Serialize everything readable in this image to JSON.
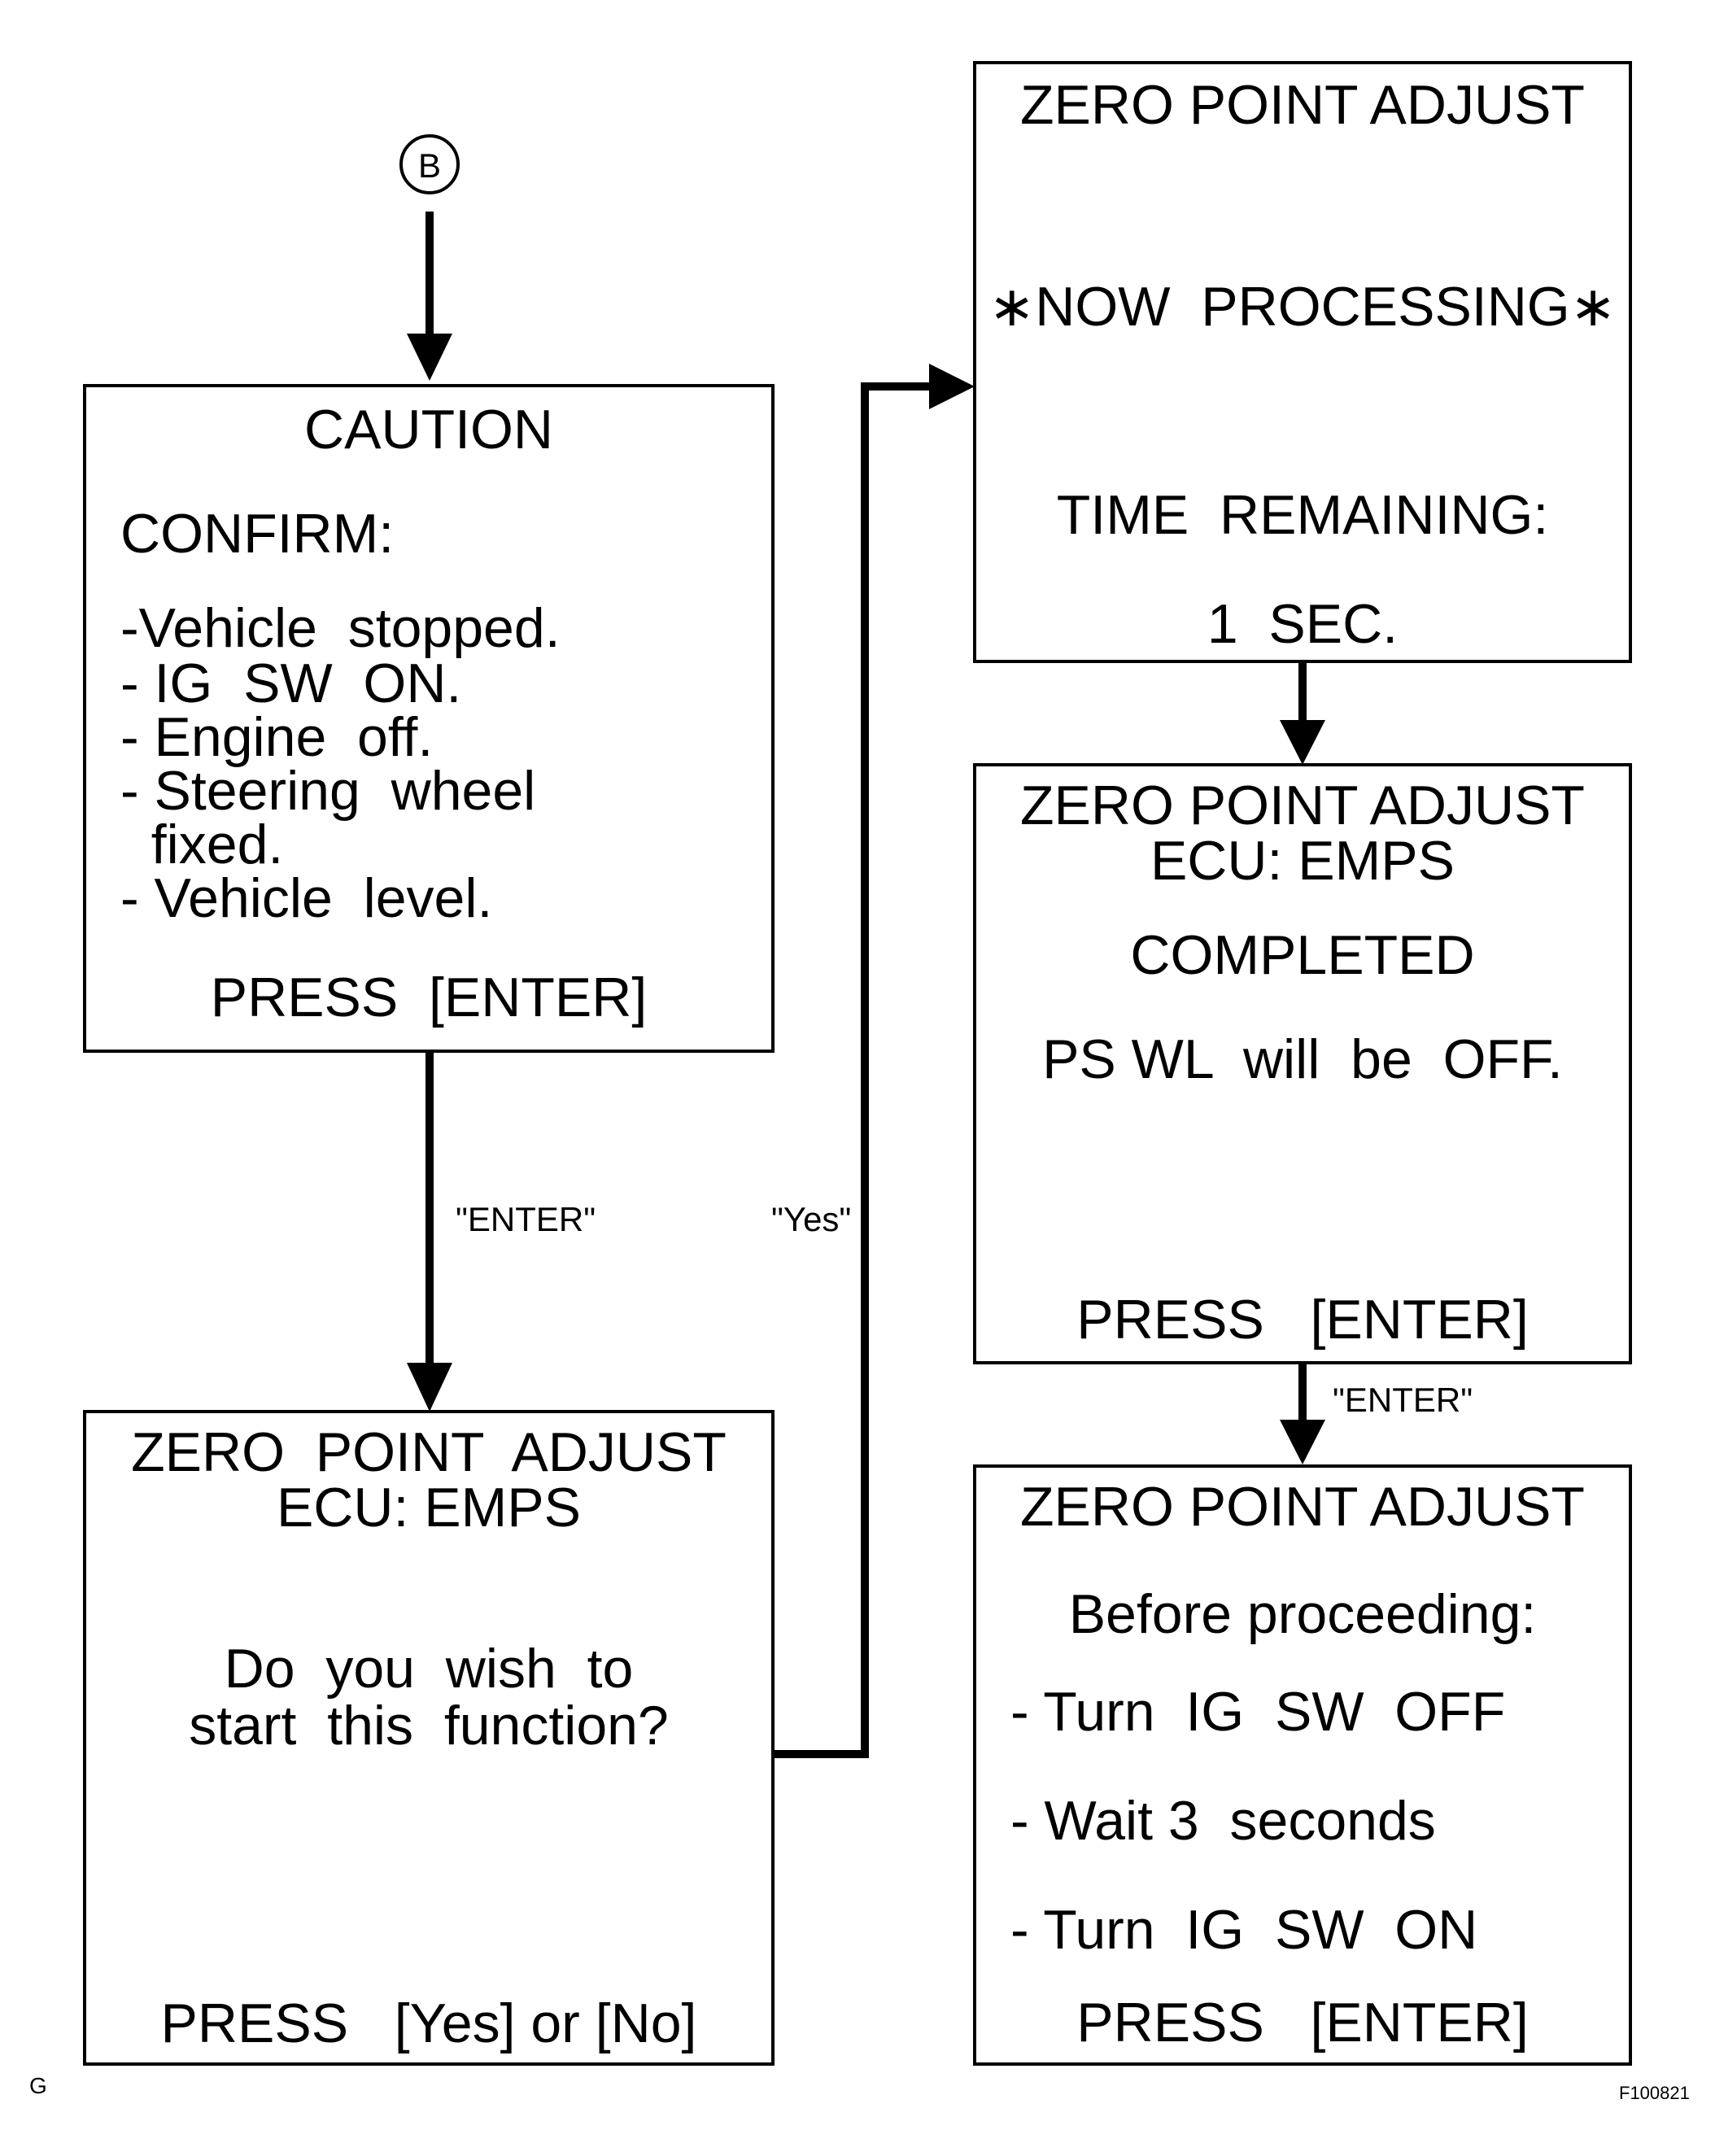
{
  "connector_label": "B",
  "caution": {
    "title": "CAUTION",
    "confirm": "CONFIRM:",
    "items": [
      "-Vehicle  stopped.",
      "- IG  SW  ON.",
      "- Engine  off.",
      "- Steering  wheel",
      "  fixed.",
      "- Vehicle  level."
    ],
    "press": "PRESS  [ENTER]"
  },
  "start": {
    "title": "ZERO  POINT  ADJUST",
    "ecu": "ECU: EMPS",
    "question_1": "Do  you  wish  to",
    "question_2": "start  this  function?",
    "press": "PRESS   [Yes] or [No]"
  },
  "processing": {
    "title": "ZERO POINT ADJUST",
    "status": "∗NOW  PROCESSING∗",
    "remaining": "TIME  REMAINING:",
    "seconds": "1  SEC."
  },
  "completed": {
    "title": "ZERO POINT ADJUST",
    "ecu": "ECU: EMPS",
    "status": "COMPLETED",
    "note": "PS WL  will  be  OFF.",
    "press": "PRESS   [ENTER]"
  },
  "final": {
    "title": "ZERO POINT ADJUST",
    "before": "Before proceeding:",
    "step_1": "- Turn  IG  SW  OFF",
    "step_2": "- Wait 3  seconds",
    "step_3": "- Turn  IG  SW  ON",
    "press": "PRESS   [ENTER]"
  },
  "edge_labels": {
    "enter_1": "\"ENTER\"",
    "yes": "\"Yes\"",
    "enter_2": "\"ENTER\""
  },
  "corner_left": "G",
  "figure_id": "F100821"
}
